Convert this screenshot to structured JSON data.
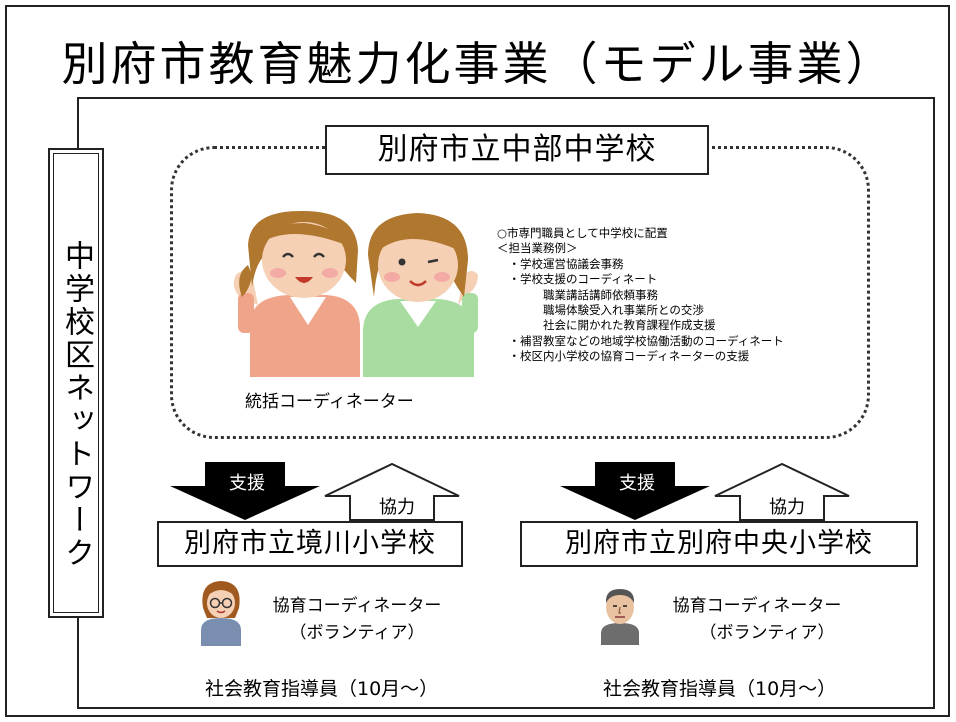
{
  "title": "別府市教育魅力化事業（モデル事業）",
  "network_label": "中学校区ネットワーク",
  "middle_school": {
    "name": "別府市立中部中学校",
    "coordinator_caption": "統括コーディネーター",
    "duties": [
      "○市専門職員として中学校に配置",
      "＜担当業務例＞",
      "　・学校運営協議会事務",
      "　・学校支援のコーディネート",
      "　　　　職業講話講師依頼事務",
      "　　　　職場体験受入れ事業所との交渉",
      "　　　　社会に開かれた教育課程作成支援",
      "　・補習教室などの地域学校協働活動のコーディネート",
      "　・校区内小学校の協育コーディネーターの支援"
    ]
  },
  "arrows": {
    "support_label": "支援",
    "cooperation_label": "協力"
  },
  "schools": [
    {
      "name": "別府市立境川小学校",
      "coordinator_line1": "協育コーディネーター",
      "coordinator_line2": "（ボランティア）",
      "instructor": "社会教育指導員（10月～）"
    },
    {
      "name": "別府市立別府中央小学校",
      "coordinator_line1": "協育コーディネーター",
      "coordinator_line2": "（ボランティア）",
      "instructor": "社会教育指導員（10月～）"
    }
  ],
  "colors": {
    "frame": "#222222",
    "arrow_fill": "#000000",
    "woman1_shirt": "#f0a58a",
    "woman2_shirt": "#a8dca0",
    "hair": "#b0772f"
  }
}
